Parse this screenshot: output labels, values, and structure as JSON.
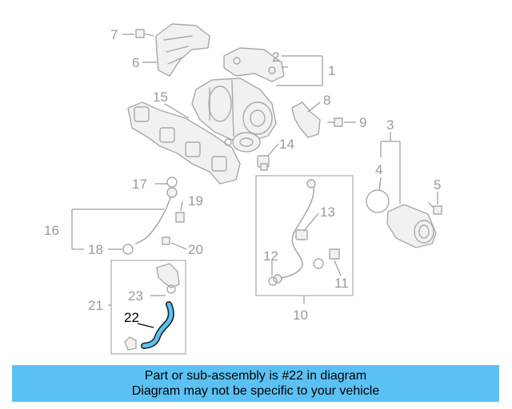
{
  "diagram": {
    "highlight_color": "#5bc1f3",
    "callouts": [
      "1",
      "2",
      "3",
      "4",
      "5",
      "6",
      "7",
      "8",
      "9",
      "10",
      "11",
      "12",
      "13",
      "14",
      "15",
      "16",
      "17",
      "18",
      "19",
      "20",
      "21",
      "22",
      "23"
    ],
    "highlighted_part": "22"
  },
  "banner": {
    "line1": "Part or sub-assembly is #22 in diagram",
    "line2": "Diagram may not be specific to your vehicle",
    "background": "#5bc1f3"
  }
}
